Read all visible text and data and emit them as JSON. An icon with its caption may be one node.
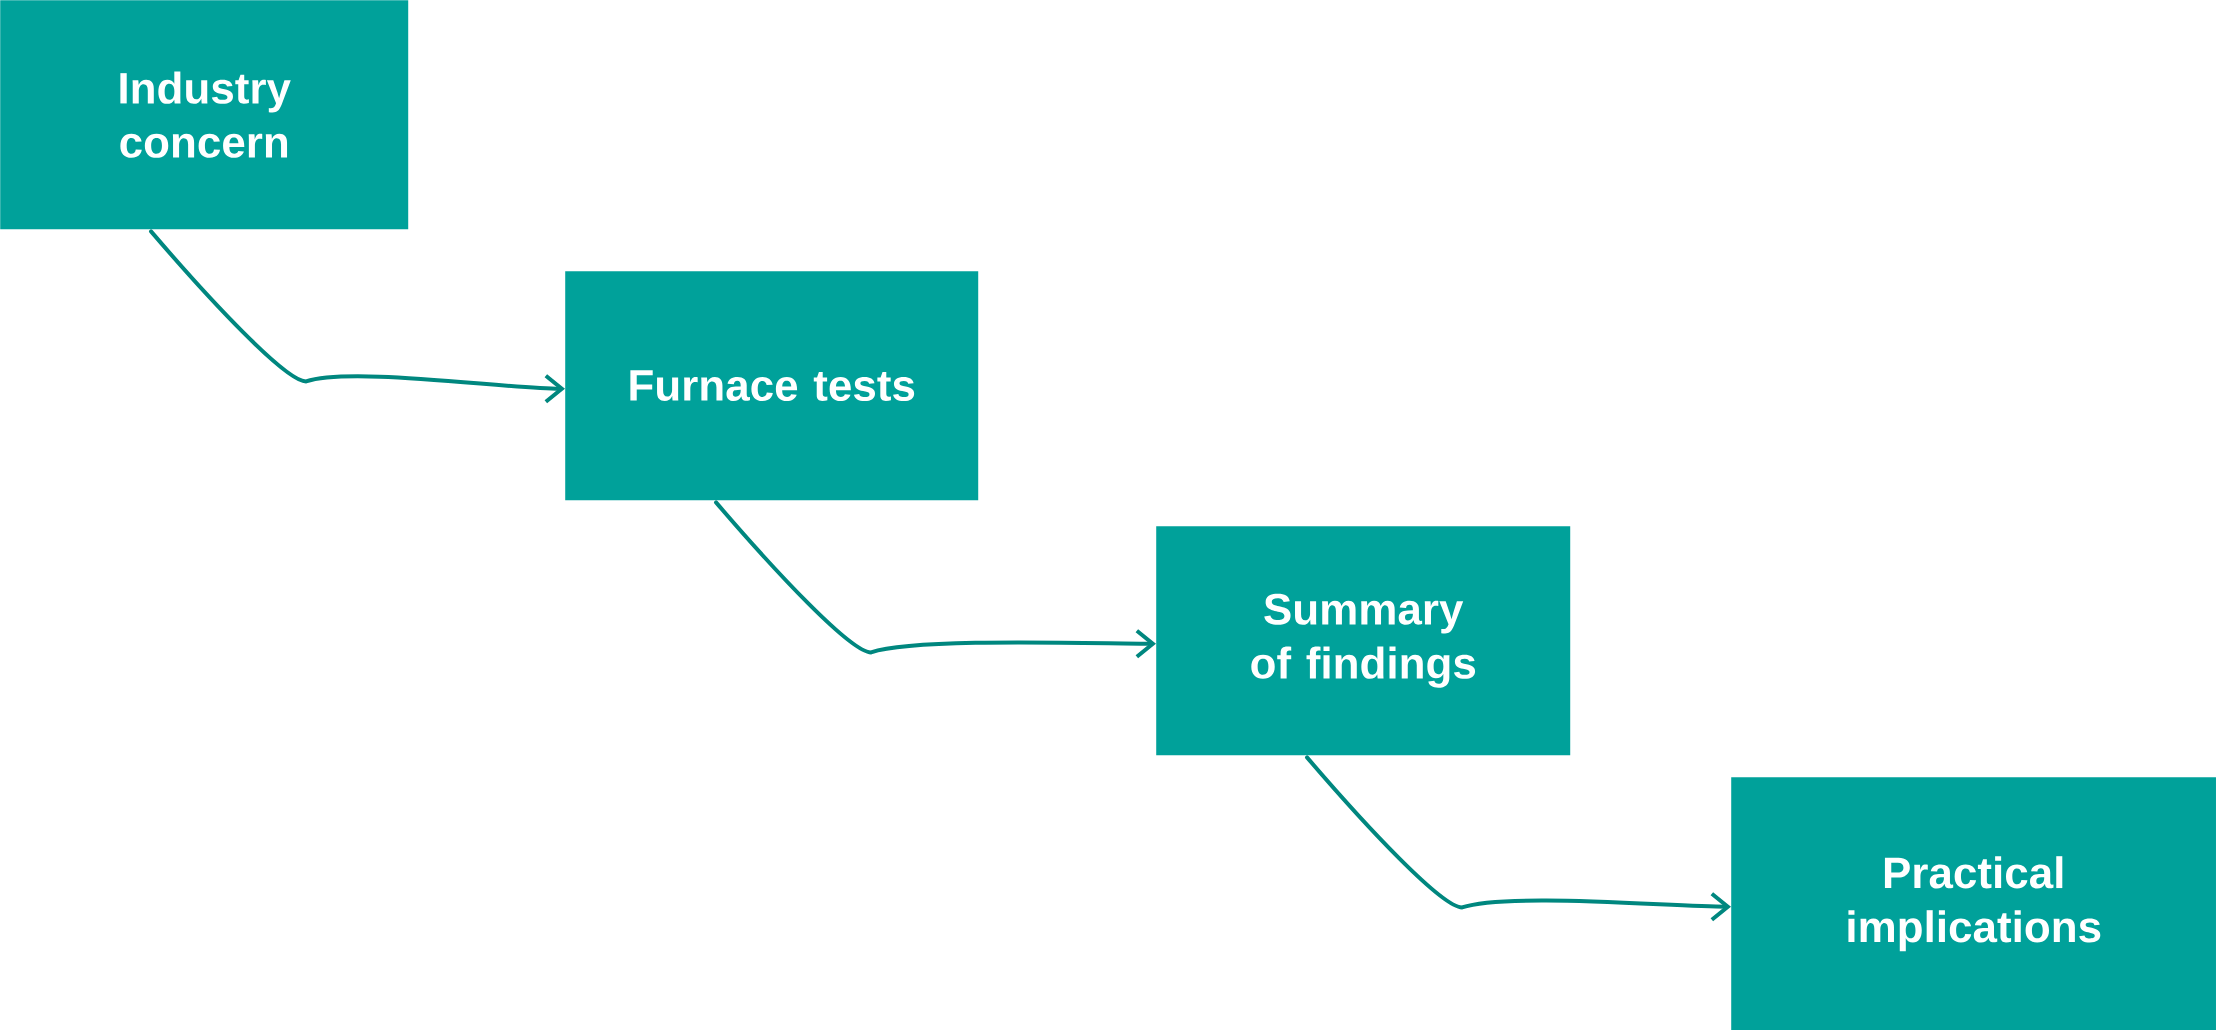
{
  "diagram": {
    "nodes": [
      {
        "text": [
          "Industry concern"
        ]
      },
      {
        "text": [
          "Furnace tests"
        ]
      },
      {
        "text": [
          "Summary of findings"
        ]
      },
      {
        "text": [
          "Practical implications"
        ]
      }
    ],
    "edges": [
      {
        "from": 0,
        "to": 1,
        "arrow": "to"
      },
      {
        "from": 1,
        "to": 2,
        "arrow": "to"
      },
      {
        "from": 2,
        "to": 3,
        "arrow": "to"
      }
    ]
  }
}
